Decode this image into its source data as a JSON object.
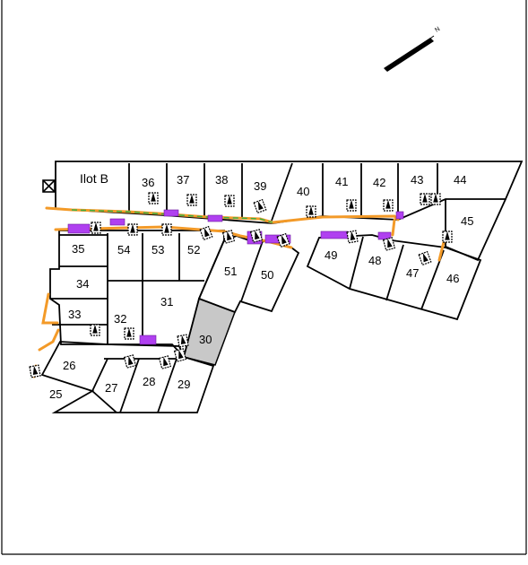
{
  "map": {
    "block_label": "Ilot B",
    "north_label": "N",
    "highlighted_lot": "30",
    "lots": [
      "25",
      "26",
      "27",
      "28",
      "29",
      "30",
      "31",
      "32",
      "33",
      "34",
      "35",
      "36",
      "37",
      "38",
      "39",
      "40",
      "41",
      "42",
      "43",
      "44",
      "45",
      "46",
      "47",
      "48",
      "49",
      "50",
      "51",
      "52",
      "53",
      "54"
    ],
    "colors": {
      "outline": "#000000",
      "network_orange": "#f39a28",
      "network_green": "#3cb043",
      "connection_purple": "#b040f0",
      "highlight_gray": "#c8c8c8"
    },
    "icons": [
      "meter-box-icon",
      "valve-icon",
      "connection-box-icon",
      "north-arrow-icon",
      "crossed-box-icon"
    ]
  }
}
